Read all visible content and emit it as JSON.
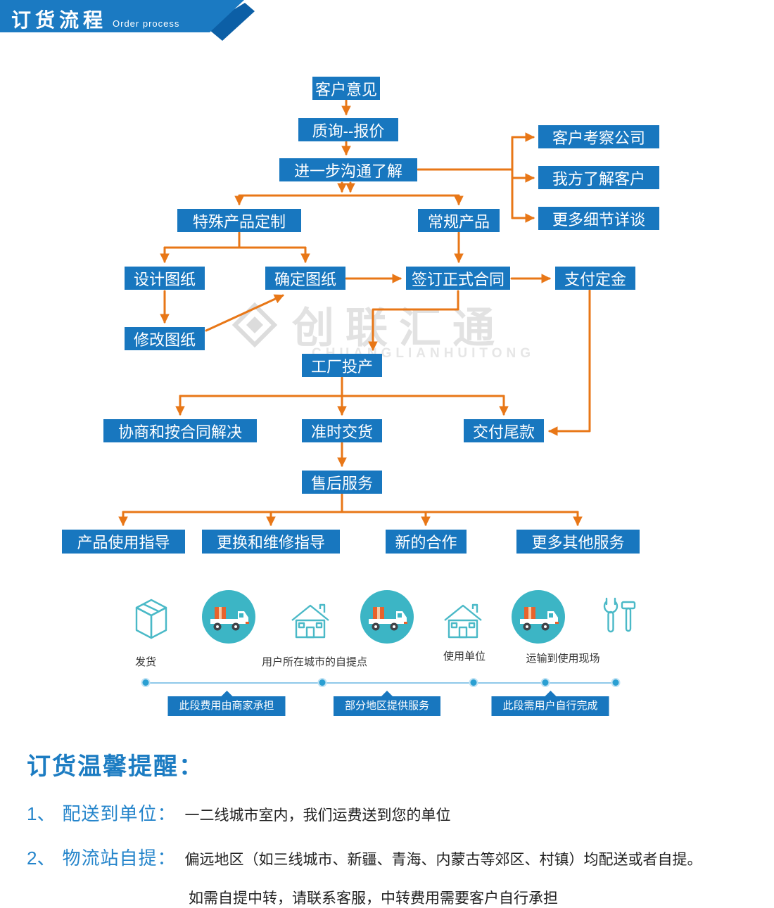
{
  "header": {
    "title": "订货流程",
    "subtitle": "Order process"
  },
  "flow": {
    "node_color": "#1877bf",
    "arrow_color": "#e87717",
    "nodes": [
      {
        "label": "客户意见"
      },
      {
        "label": "质询--报价"
      },
      {
        "label": "进一步沟通了解"
      },
      {
        "label": "客户考察公司"
      },
      {
        "label": "我方了解客户"
      },
      {
        "label": "更多细节详谈"
      },
      {
        "label": "特殊产品定制"
      },
      {
        "label": "常规产品"
      },
      {
        "label": "设计图纸"
      },
      {
        "label": "确定图纸"
      },
      {
        "label": "签订正式合同"
      },
      {
        "label": "支付定金"
      },
      {
        "label": "修改图纸"
      },
      {
        "label": "工厂投产"
      },
      {
        "label": "协商和按合同解决"
      },
      {
        "label": "准时交货"
      },
      {
        "label": "交付尾款"
      },
      {
        "label": "售后服务"
      },
      {
        "label": "产品使用指导"
      },
      {
        "label": "更换和维修指导"
      },
      {
        "label": "新的合作"
      },
      {
        "label": "更多其他服务"
      }
    ]
  },
  "watermark": {
    "cn": "创联汇通",
    "en": "CHUANGLIANHUITONG"
  },
  "shipping": {
    "teal": "#3cb5c5",
    "stage_labels": [
      "发货",
      "用户所在城市的自提点",
      "使用单位",
      "运输到使用现场"
    ],
    "segment_tags": [
      "此段费用由商家承担",
      "部分地区提供服务",
      "此段需用户自行完成"
    ]
  },
  "notes": {
    "title": "订货温馨提醒：",
    "items": [
      {
        "index": "1、",
        "heading": "配送到单位：",
        "text": "一二线城市室内，我们运费送到您的单位"
      },
      {
        "index": "2、",
        "heading": "物流站自提：",
        "text": "偏远地区（如三线城市、新疆、青海、内蒙古等郊区、村镇）均配送或者自提。"
      }
    ],
    "footnote": "如需自提中转，请联系客服，中转费用需要客户自行承担"
  }
}
